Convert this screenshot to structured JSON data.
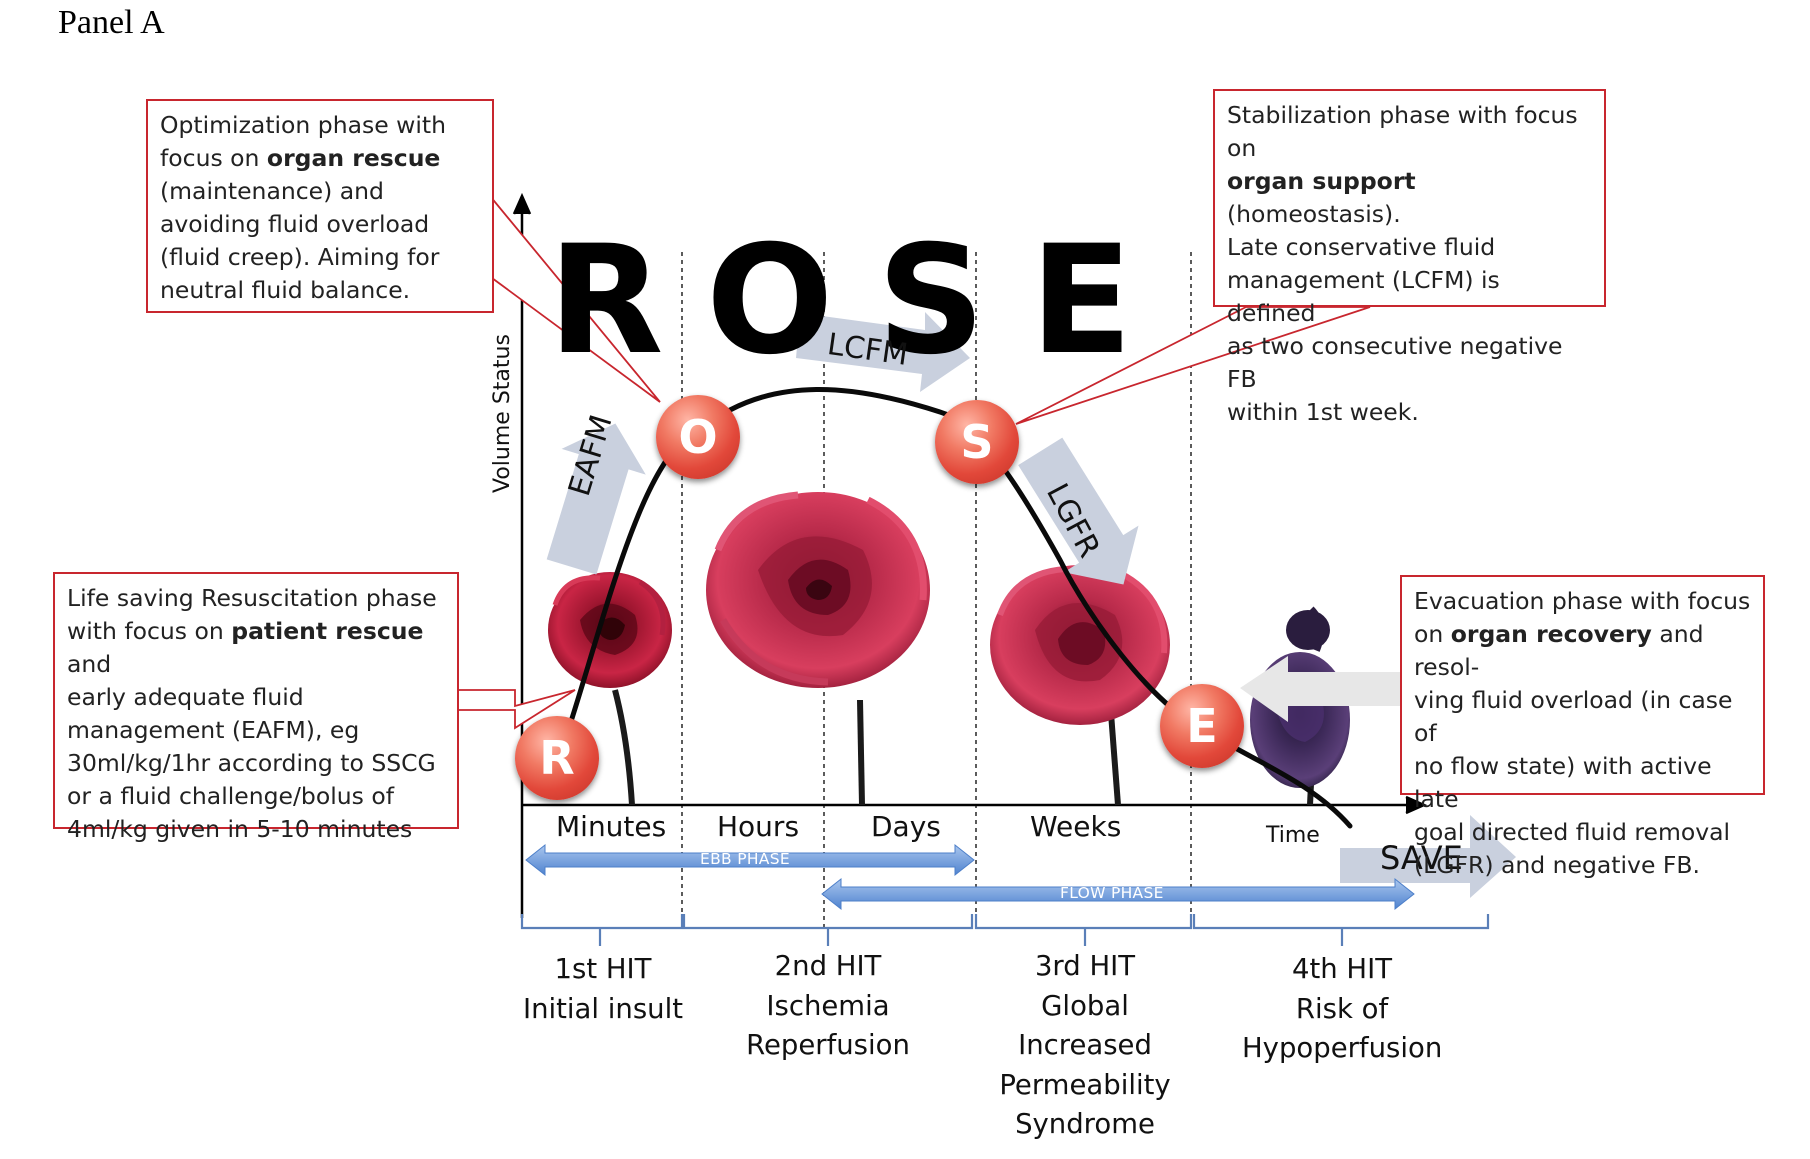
{
  "panel_title": "Panel A",
  "acronym": {
    "r": "R",
    "o": "O",
    "s": "S",
    "e": "E"
  },
  "axes": {
    "y_label": "Volume Status",
    "x_label": "Time"
  },
  "time_scale": [
    "Minutes",
    "Hours",
    "Days",
    "Weeks"
  ],
  "phases": {
    "ebb": "EBB PHASE",
    "flow": "FLOW PHASE"
  },
  "curve_arrows": {
    "eafm": "EAFM",
    "lcfm": "LCFM",
    "lgfr": "LGFR",
    "save": "SAVE"
  },
  "callouts": {
    "optimization": {
      "line1": "Optimization phase with",
      "line2_pre": "focus on ",
      "line2_bold": "organ rescue",
      "line3": "(maintenance) and",
      "line4": "avoiding fluid overload",
      "line5": "(fluid creep). Aiming for",
      "line6": "neutral fluid balance."
    },
    "stabilization": {
      "line1": "Stabilization phase with focus on",
      "line2_bold": "organ support",
      "line2_post": " (homeostasis).",
      "line3": "Late conservative fluid",
      "line4": "management (LCFM) is defined",
      "line5": "as two consecutive negative FB",
      "line6": "within 1st week."
    },
    "resuscitation": {
      "line1": "Life saving Resuscitation phase",
      "line2_pre": "with focus on ",
      "line2_bold": "patient rescue",
      "line2_post": " and",
      "line3": "early adequate fluid",
      "line4": "management (EAFM), eg",
      "line5": "30ml/kg/1hr according to SSCG",
      "line6": "or a fluid challenge/bolus of",
      "line7": "4ml/kg given in 5-10 minutes"
    },
    "evacuation": {
      "line1": "Evacuation phase with focus",
      "line2_pre": "on ",
      "line2_bold": "organ recovery",
      "line2_post": " and resol-",
      "line3": "ving fluid overload (in case of",
      "line4": "no flow state) with active late",
      "line5": "goal directed fluid removal",
      "line6": "(LGFR) and negative FB."
    }
  },
  "hits": [
    {
      "l1": "1st HIT",
      "l2": "Initial insult"
    },
    {
      "l1": "2nd HIT",
      "l2": "Ischemia",
      "l3": "Reperfusion"
    },
    {
      "l1": "3rd HIT",
      "l2": "Global",
      "l3": "Increased",
      "l4": "Permeability",
      "l5": "Syndrome"
    },
    {
      "l1": "4th HIT",
      "l2": "Risk of",
      "l3": "Hypoperfusion"
    }
  ],
  "colors": {
    "callout_border": "#c8262e",
    "phase_arrow": "#6d9bd8",
    "curve_arrow": "#c9d0de",
    "rose": "#c41f3a"
  }
}
